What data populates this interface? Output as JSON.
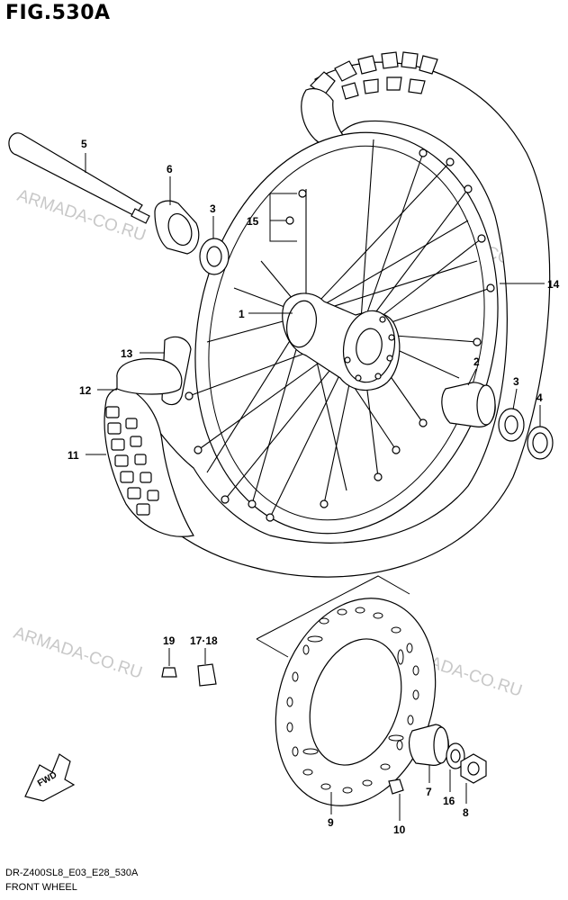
{
  "figure": {
    "title": "FIG.530A",
    "model_code": "DR-Z400SL8_E03_E28_530A",
    "section_name": "FRONT WHEEL",
    "watermark": "ARMADA-CO.RU",
    "fwd_label": "FWD"
  },
  "callouts": [
    {
      "id": "c5",
      "text": "5"
    },
    {
      "id": "c6",
      "text": "6"
    },
    {
      "id": "c3a",
      "text": "3"
    },
    {
      "id": "c15",
      "text": "15"
    },
    {
      "id": "c14",
      "text": "14"
    },
    {
      "id": "c1",
      "text": "1"
    },
    {
      "id": "c13",
      "text": "13"
    },
    {
      "id": "c12",
      "text": "12"
    },
    {
      "id": "c2",
      "text": "2"
    },
    {
      "id": "c3b",
      "text": "3"
    },
    {
      "id": "c4",
      "text": "4"
    },
    {
      "id": "c11",
      "text": "11"
    },
    {
      "id": "c19",
      "text": "19"
    },
    {
      "id": "c1718",
      "text": "17·18"
    },
    {
      "id": "c7",
      "text": "7"
    },
    {
      "id": "c16",
      "text": "16"
    },
    {
      "id": "c8",
      "text": "8"
    },
    {
      "id": "c9",
      "text": "9"
    },
    {
      "id": "c10",
      "text": "10"
    }
  ],
  "colors": {
    "line": "#000000",
    "watermark": "#c8c8c8",
    "background": "#ffffff"
  }
}
